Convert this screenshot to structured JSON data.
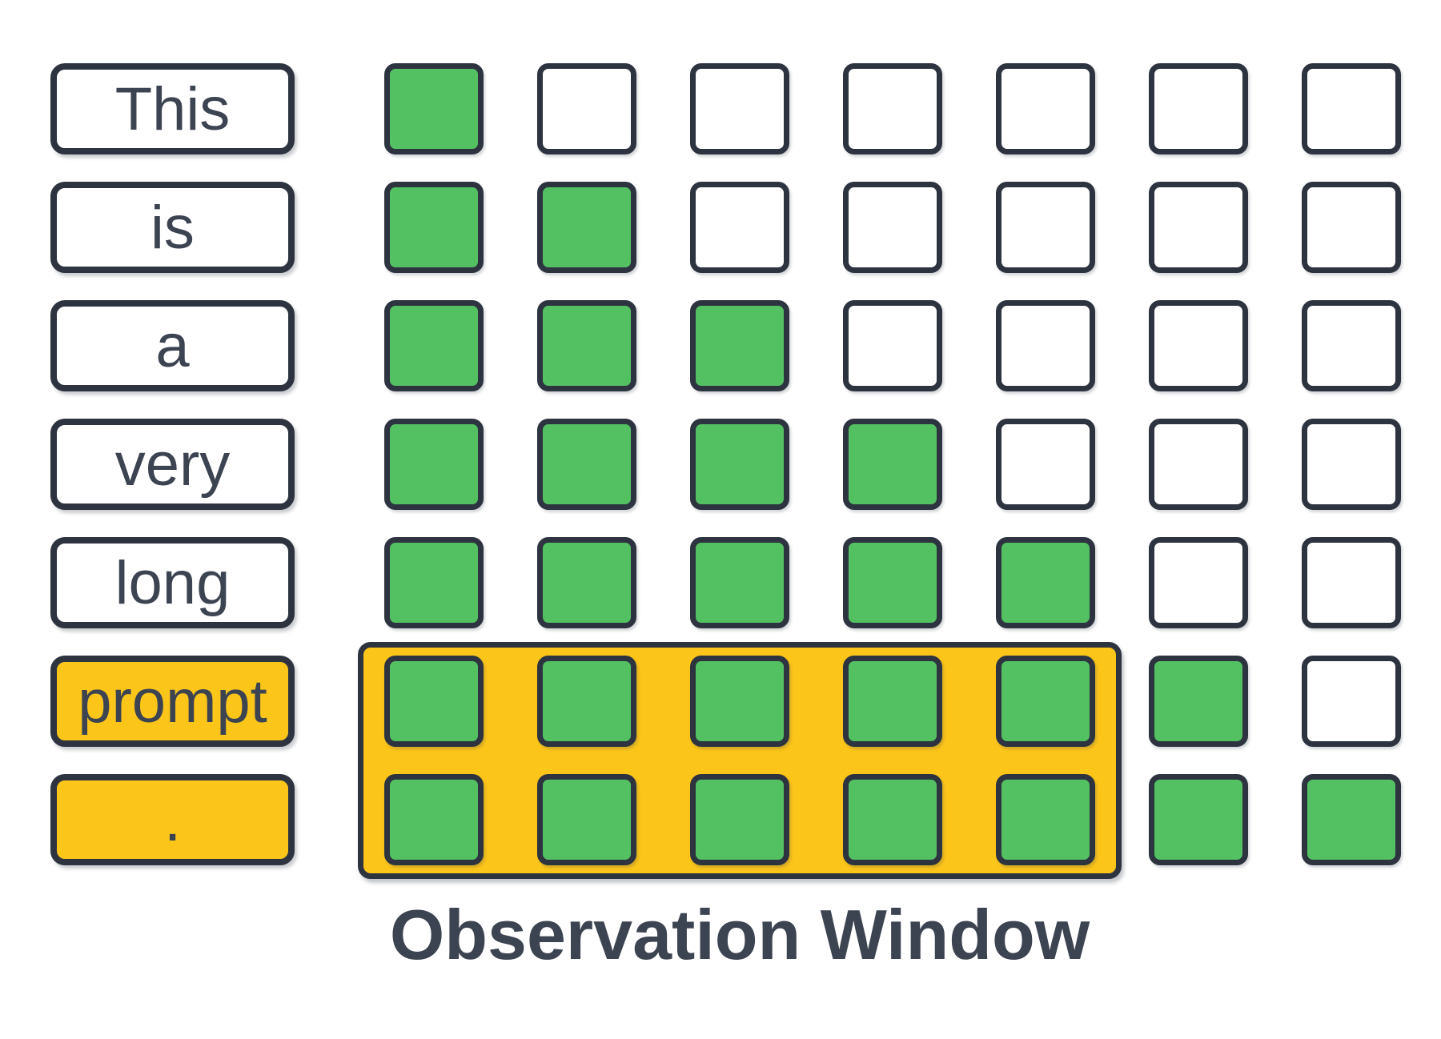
{
  "diagram": {
    "tokens": [
      {
        "label": "This",
        "highlighted": false
      },
      {
        "label": "is",
        "highlighted": false
      },
      {
        "label": "a",
        "highlighted": false
      },
      {
        "label": "very",
        "highlighted": false
      },
      {
        "label": "long",
        "highlighted": false
      },
      {
        "label": "prompt",
        "highlighted": true
      },
      {
        "label": ".",
        "highlighted": true
      }
    ],
    "mask": {
      "type": "heatmap",
      "columns": 7,
      "rows": [
        [
          1,
          0,
          0,
          0,
          0,
          0,
          0
        ],
        [
          1,
          1,
          0,
          0,
          0,
          0,
          0
        ],
        [
          1,
          1,
          1,
          0,
          0,
          0,
          0
        ],
        [
          1,
          1,
          1,
          1,
          0,
          0,
          0
        ],
        [
          1,
          1,
          1,
          1,
          1,
          0,
          0
        ],
        [
          1,
          1,
          1,
          1,
          1,
          1,
          0
        ],
        [
          1,
          1,
          1,
          1,
          1,
          1,
          1
        ]
      ]
    },
    "observation_window": {
      "label": "Observation Window",
      "row_start": 5,
      "row_end": 6,
      "col_start": 0,
      "col_end": 4
    },
    "colors": {
      "attended_fill": "#53c162",
      "unattended_fill": "#ffffff",
      "window_fill": "#fcc51a",
      "outline": "#2d3440",
      "text": "#3d4451"
    }
  }
}
